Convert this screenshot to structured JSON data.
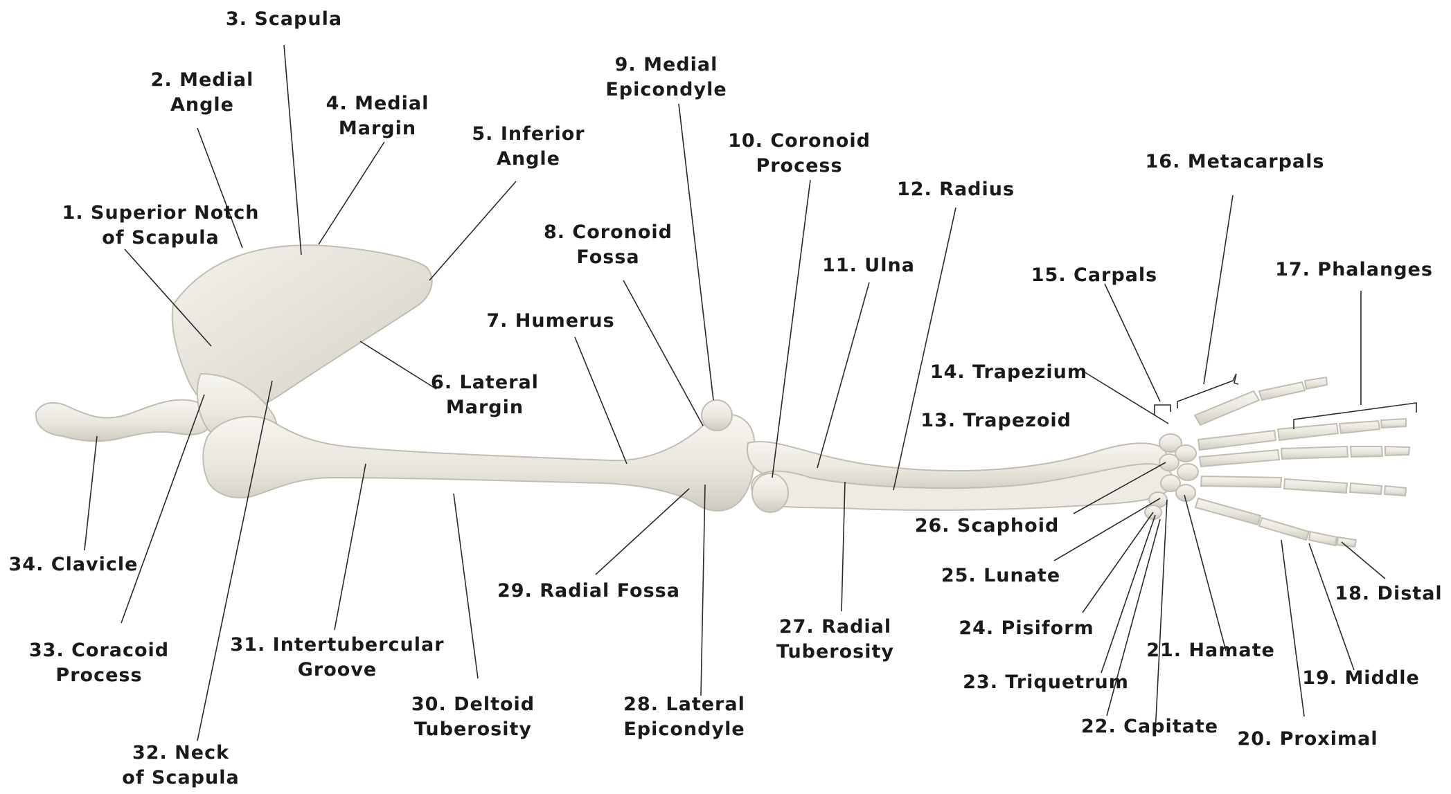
{
  "labels": [
    {
      "line1": "1. Superior Notch",
      "line2": "of Scapula"
    },
    {
      "line1": "2. Medial",
      "line2": "Angle"
    },
    {
      "line1": "3. Scapula"
    },
    {
      "line1": "4. Medial",
      "line2": "Margin"
    },
    {
      "line1": "5. Inferior",
      "line2": "Angle"
    },
    {
      "line1": "6. Lateral",
      "line2": "Margin"
    },
    {
      "line1": "7. Humerus"
    },
    {
      "line1": "8. Coronoid",
      "line2": "Fossa"
    },
    {
      "line1": "9. Medial",
      "line2": "Epicondyle"
    },
    {
      "line1": "10. Coronoid",
      "line2": "Process"
    },
    {
      "line1": "11. Ulna"
    },
    {
      "line1": "12. Radius"
    },
    {
      "line1": "13. Trapezoid"
    },
    {
      "line1": "14. Trapezium"
    },
    {
      "line1": "15. Carpals"
    },
    {
      "line1": "16. Metacarpals"
    },
    {
      "line1": "17. Phalanges"
    },
    {
      "line1": "18. Distal"
    },
    {
      "line1": "19. Middle"
    },
    {
      "line1": "20. Proximal"
    },
    {
      "line1": "21. Hamate"
    },
    {
      "line1": "22. Capitate"
    },
    {
      "line1": "23. Triquetrum"
    },
    {
      "line1": "24. Pisiform"
    },
    {
      "line1": "25. Lunate"
    },
    {
      "line1": "26. Scaphoid"
    },
    {
      "line1": "27. Radial",
      "line2": "Tuberosity"
    },
    {
      "line1": "28. Lateral",
      "line2": "Epicondyle"
    },
    {
      "line1": "29. Radial Fossa"
    },
    {
      "line1": "30. Deltoid",
      "line2": "Tuberosity"
    },
    {
      "line1": "31. Intertubercular",
      "line2": "Groove"
    },
    {
      "line1": "32. Neck",
      "line2": "of Scapula"
    },
    {
      "line1": "33. Coracoid",
      "line2": "Process"
    },
    {
      "line1": "34. Clavicle"
    }
  ],
  "colors": {
    "label_text": "#1a1a1a",
    "leader_line": "#2a2a2a",
    "bone_light": "#f7f5f0",
    "bone_shadow": "#cfcbc1",
    "background": "#ffffff"
  }
}
